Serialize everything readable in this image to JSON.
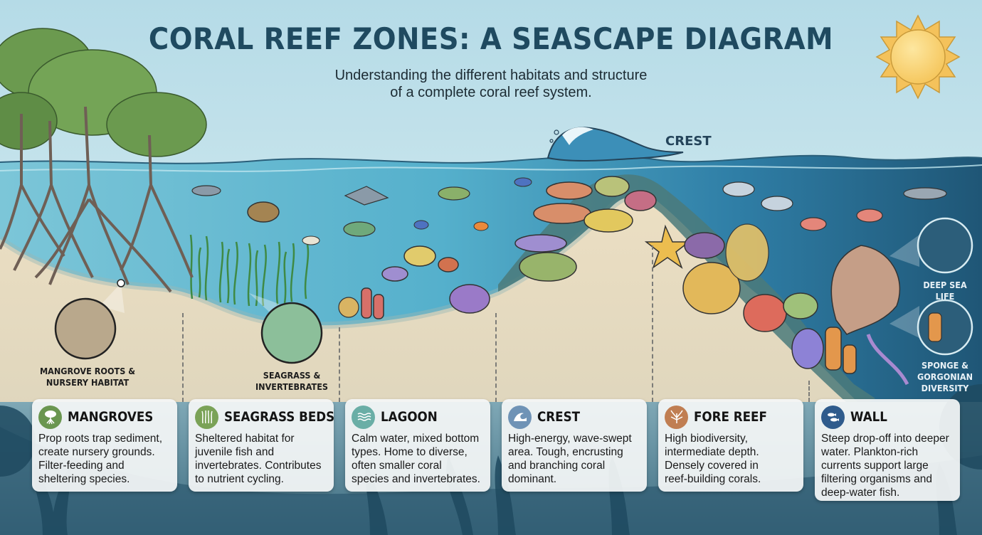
{
  "header": {
    "title": "CORAL REEF ZONES: A SEASCAPE DIAGRAM",
    "subtitle_lines": [
      "Understanding the different habitats and structure",
      "of a complete coral reef system."
    ]
  },
  "scene_labels": {
    "crest": "CREST"
  },
  "callouts": [
    {
      "id": "mangrove-roots",
      "lines": [
        "MANGROVE ROOTS &",
        "NURSERY HABITAT"
      ]
    },
    {
      "id": "seagrass-invertebrates",
      "lines": [
        "SEAGRASS &",
        "INVERTEBRATES"
      ]
    },
    {
      "id": "deep-sea-life",
      "lines": [
        "DEEP SEA LIFE"
      ]
    },
    {
      "id": "sponge-gorgonian",
      "lines": [
        "SPONGE &",
        "GORGONIAN",
        "DIVERSITY"
      ]
    }
  ],
  "zones": [
    {
      "title": "MANGROVES",
      "icon": "mangrove-tree-icon",
      "icon_color": "#6a9650",
      "body_lines": [
        "Prop roots trap sediment,",
        "create nursery grounds.",
        "Filter-feeding and",
        "sheltering species."
      ]
    },
    {
      "title": "SEAGRASS BEDS",
      "icon": "seagrass-icon",
      "icon_color": "#7aa257",
      "body_lines": [
        "Sheltered habitat for",
        "juvenile fish and",
        "invertebrates. Contributes",
        "to nutrient cycling."
      ]
    },
    {
      "title": "LAGOON",
      "icon": "calm-water-icon",
      "icon_color": "#6aaea6",
      "body_lines": [
        "Calm water, mixed bottom",
        "types. Home to diverse,",
        "often smaller coral",
        "species and invertebrates."
      ]
    },
    {
      "title": "CREST",
      "icon": "wave-icon",
      "icon_color": "#6f93b6",
      "body_lines": [
        "High-energy, wave-swept",
        "area. Tough, encrusting",
        "and branching coral",
        "dominant."
      ]
    },
    {
      "title": "FORE REEF",
      "icon": "branching-coral-icon",
      "icon_color": "#c07e52",
      "body_lines": [
        "High biodiversity,",
        "intermediate depth.",
        "Densely covered in",
        "reef-building corals."
      ]
    },
    {
      "title": "WALL",
      "icon": "fish-icon",
      "icon_color": "#2f5b8c",
      "body_lines": [
        "Steep drop-off into deeper",
        "water. Plankton-rich",
        "currents support large",
        "filtering organisms and",
        "deep-water fish."
      ]
    }
  ],
  "colors": {
    "title": "#1f4a60",
    "sky_top": "#b7dde8",
    "water": "#4aa7c6",
    "deep_water": "#1f5676",
    "sand": "#e9dcc0",
    "footer": "#2d5a70"
  }
}
